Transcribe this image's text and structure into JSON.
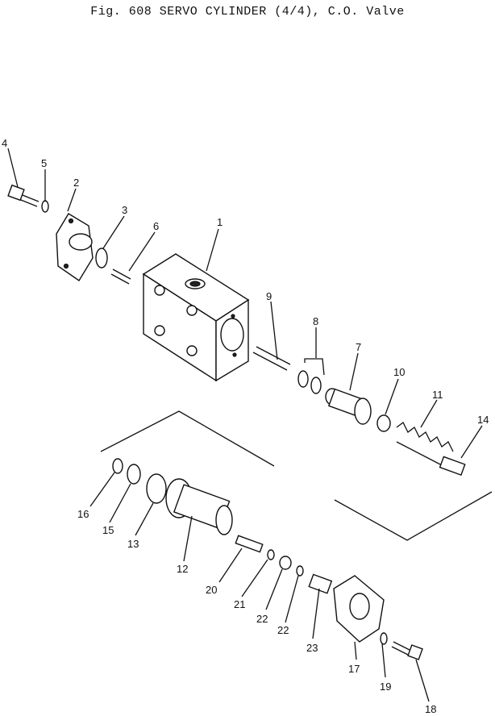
{
  "title": "Fig. 608   SERVO CYLINDER (4/4), C.O. Valve",
  "callouts": [
    "1",
    "2",
    "3",
    "4",
    "5",
    "6",
    "7",
    "8",
    "9",
    "10",
    "11",
    "12",
    "13",
    "14",
    "15",
    "16",
    "17",
    "18",
    "19",
    "20",
    "21",
    "22",
    "22",
    "23"
  ]
}
